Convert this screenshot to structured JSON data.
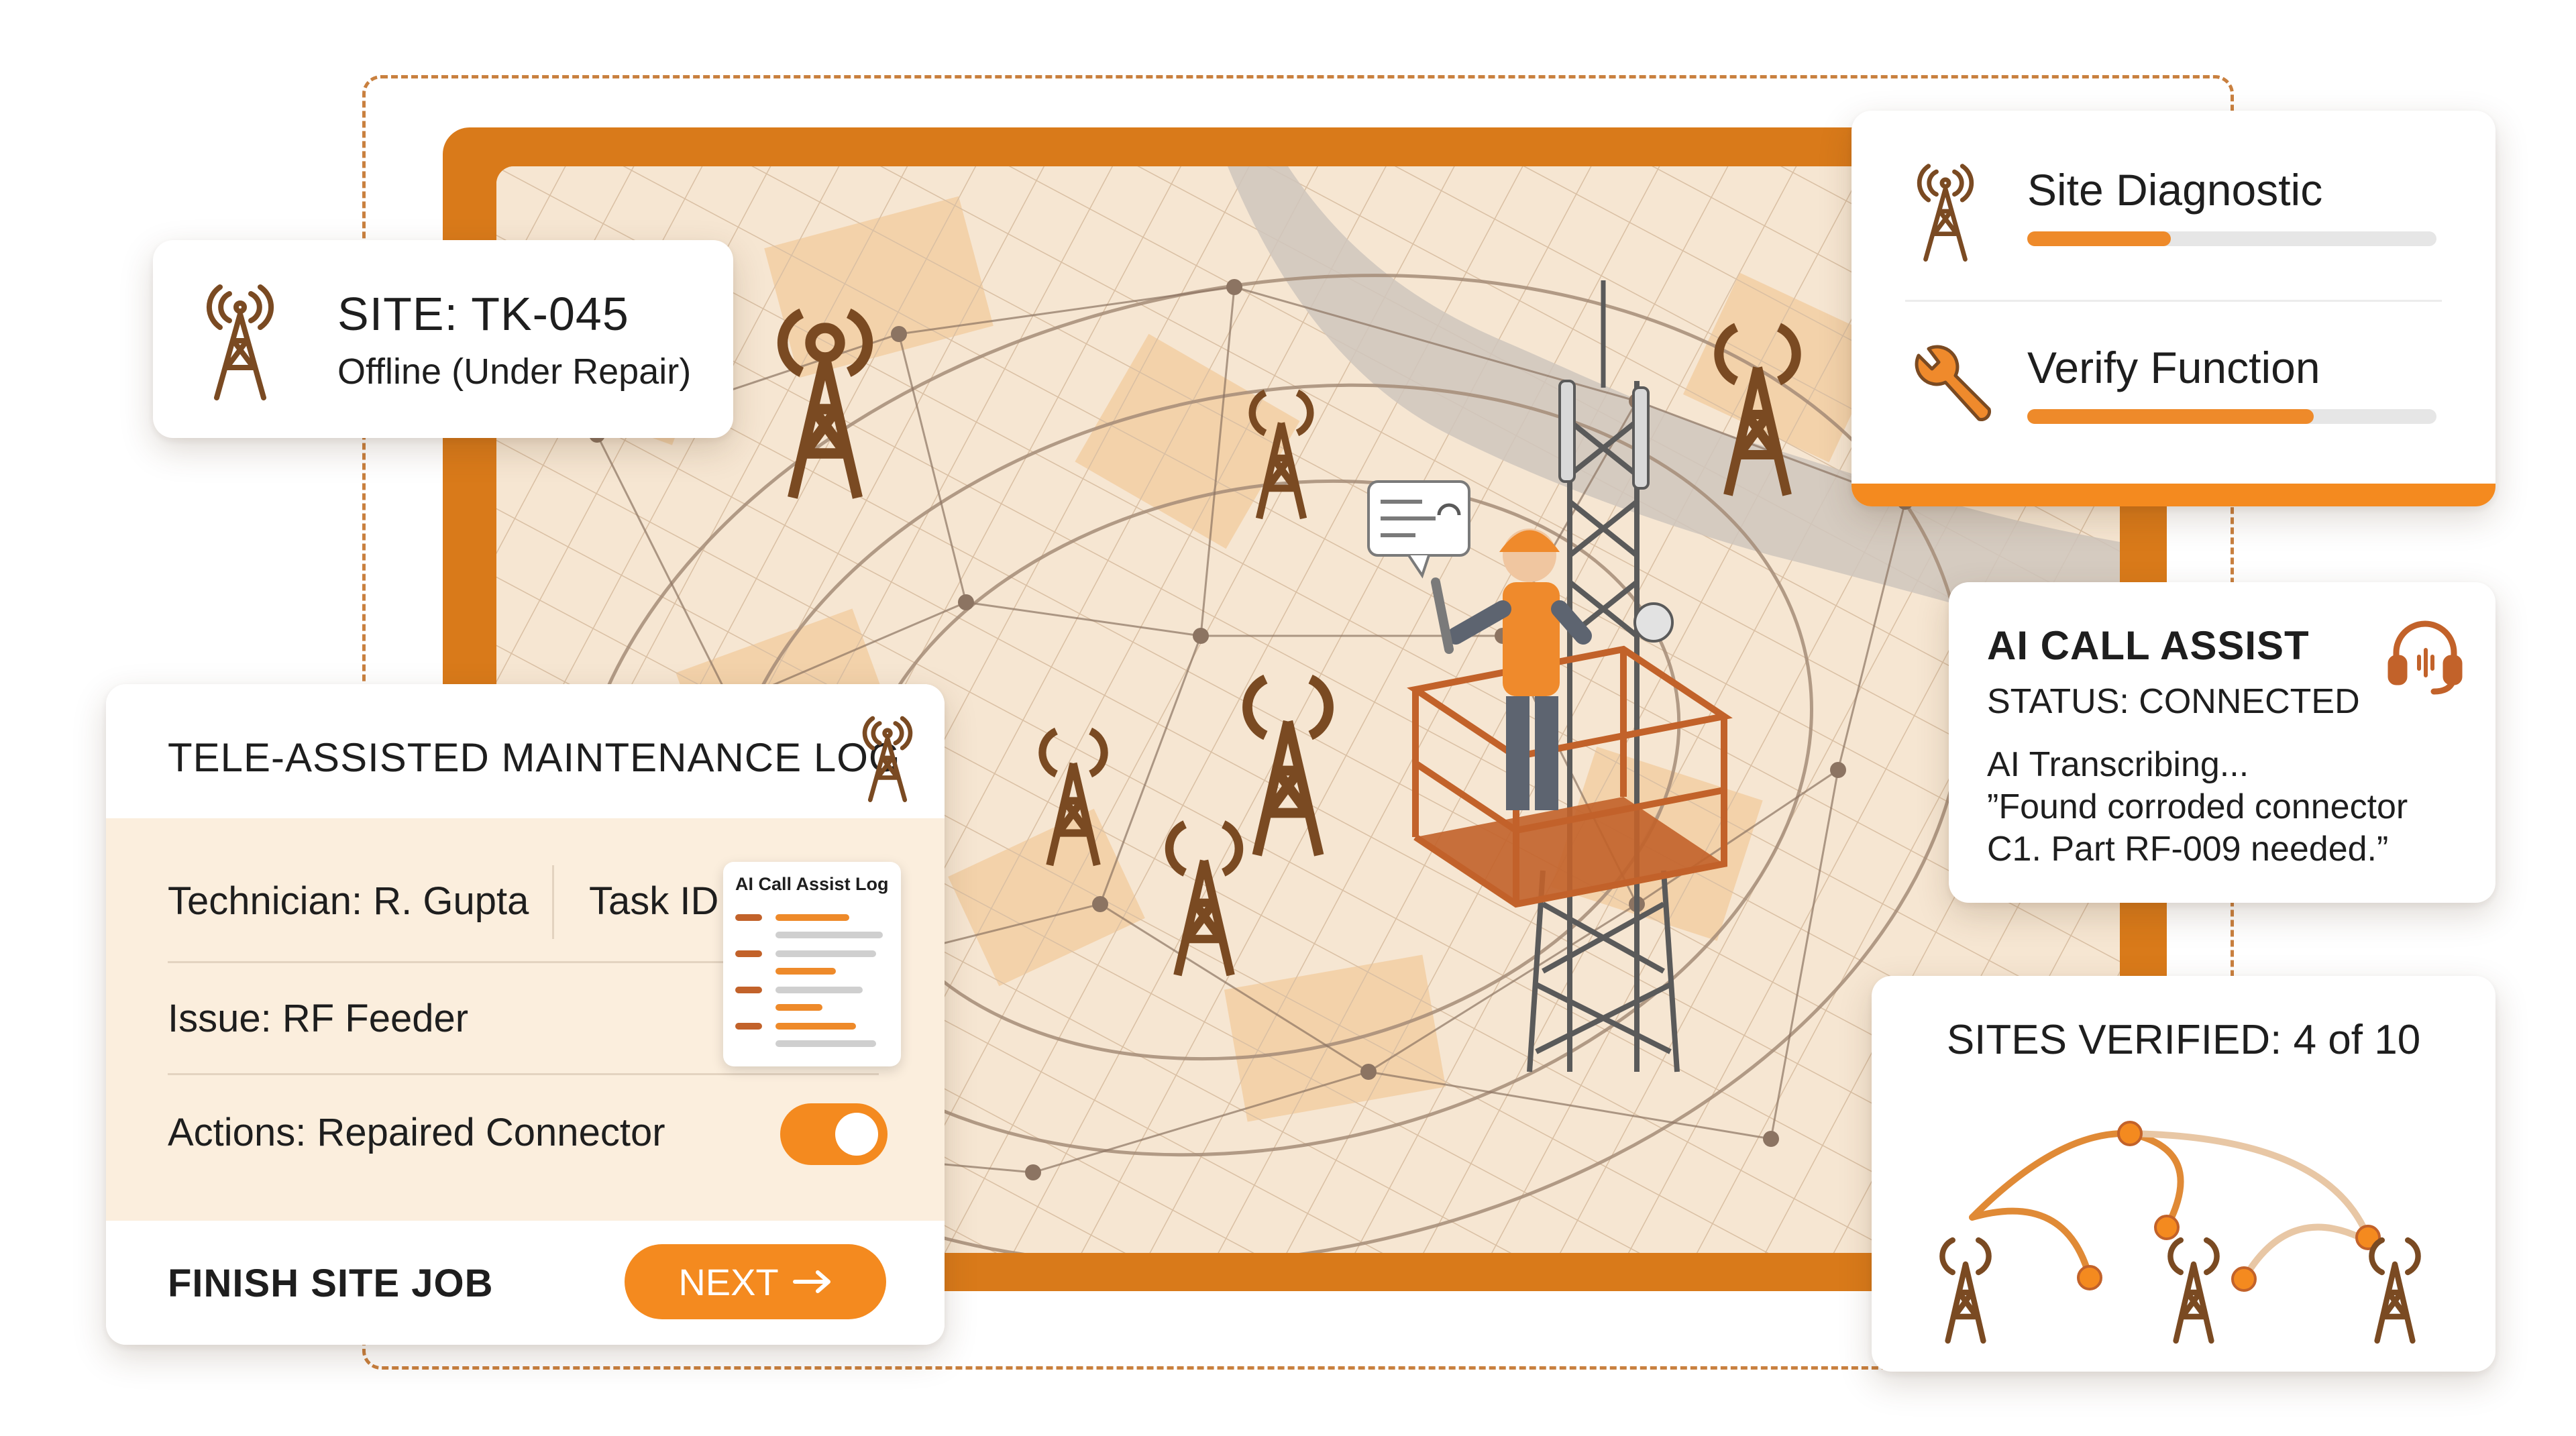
{
  "site_card": {
    "site_label": "SITE: TK-045",
    "status": "Offline (Under Repair)",
    "icon": "cell-tower-icon"
  },
  "diagnostics_card": {
    "items": [
      {
        "label": "Site Diagnostic",
        "icon": "cell-tower-icon",
        "progress": 0.35
      },
      {
        "label": "Verify Function",
        "icon": "wrench-icon",
        "progress": 0.7
      }
    ]
  },
  "call_assist_card": {
    "title": "AI CALL ASSIST",
    "status": "STATUS: CONNECTED",
    "transcribing": "AI Transcribing...",
    "quote_line1": "”Found corroded connector",
    "quote_line2": "C1. Part RF-009 needed.”",
    "icon": "headset-icon"
  },
  "maintenance_log": {
    "title": "TELE-ASSISTED MAINTENANCE LOG",
    "technician": "Technician: R. Gupta",
    "task_id": "Task ID",
    "issue": "Issue: RF Feeder",
    "actions": "Actions: Repaired Connector",
    "actions_toggle_on": true,
    "finish_label": "FINISH SITE JOB",
    "next_label": "NEXT",
    "next_icon": "arrow-right-icon",
    "mini_panel_title": "AI Call Assist Log"
  },
  "sites_verified": {
    "label": "SITES VERIFIED: 4 of 10",
    "verified": 4,
    "total": 10
  },
  "speech_bubble": {
    "icon": "headset-icon"
  },
  "colors": {
    "accent": "#f48a1f",
    "tower": "#7a4a22",
    "map_bg": "#f6e6d2"
  }
}
